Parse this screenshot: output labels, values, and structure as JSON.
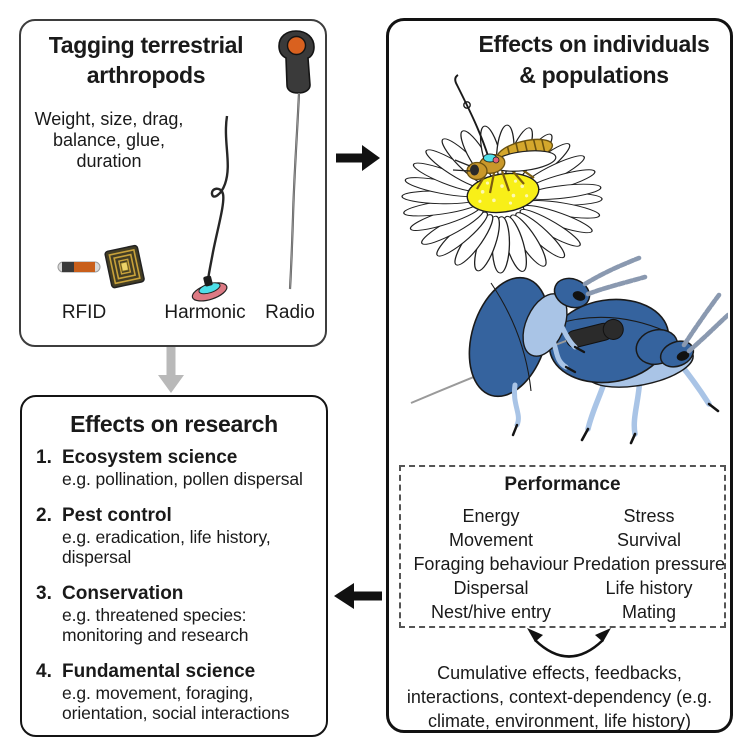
{
  "figure": {
    "type": "conceptual diagram",
    "topic": "Effects of tagging terrestrial arthropods"
  },
  "tagging_panel": {
    "title_lines": [
      "Tagging terrestrial",
      "arthropods"
    ],
    "considerations_lines": [
      "Weight, size, drag,",
      "balance, glue,",
      "duration"
    ],
    "tag_labels": {
      "rfid": "RFID",
      "harmonic": "Harmonic",
      "radio": "Radio"
    }
  },
  "individuals_panel": {
    "title_lines": [
      "Effects on individuals",
      "& populations"
    ],
    "performance_box": {
      "title": "Performance",
      "left_column": [
        "Energy",
        "Movement",
        "Foraging behaviour",
        "Dispersal",
        "Nest/hive entry"
      ],
      "right_column": [
        "Stress",
        "Survival",
        "Predation pressure",
        "Life history",
        "Mating"
      ]
    },
    "caption_lines": [
      "Cumulative effects, feedbacks,",
      "interactions, context-dependency (e.g.",
      "climate, environment, life history)"
    ]
  },
  "research_panel": {
    "title": "Effects on research",
    "items": [
      {
        "number": "1.",
        "heading": "Ecosystem science",
        "desc_lines": [
          "e.g. pollination, pollen dispersal"
        ]
      },
      {
        "number": "2.",
        "heading": "Pest control",
        "desc_lines": [
          "e.g. eradication, life history,",
          "dispersal"
        ]
      },
      {
        "number": "3.",
        "heading": "Conservation",
        "desc_lines": [
          "e.g. threatened species:",
          "monitoring and research"
        ]
      },
      {
        "number": "4.",
        "heading": "Fundamental science",
        "desc_lines": [
          "e.g. movement, foraging,",
          "orientation, social interactions"
        ]
      }
    ]
  },
  "colors": {
    "text": "#1a1a1a",
    "panel_border": "#141414",
    "gray_arrow": "#b9b9b9",
    "black_arrow": "#111111",
    "beetle_dark_blue": "#35639e",
    "beetle_light_blue": "#a9c4e6",
    "antenna_gray_blue": "#8a99b0",
    "fly_gold": "#c9982a",
    "flower_yellow": "#f8ef18",
    "harmonic_pink": "#dd7a84",
    "harmonic_cyan": "#4ddfe8",
    "radio_body_gray": "#3a3a3a",
    "radio_orange": "#d9611f",
    "rfid_orange": "#c95f1b",
    "tag_wire_gray": "#9a9a9a"
  }
}
